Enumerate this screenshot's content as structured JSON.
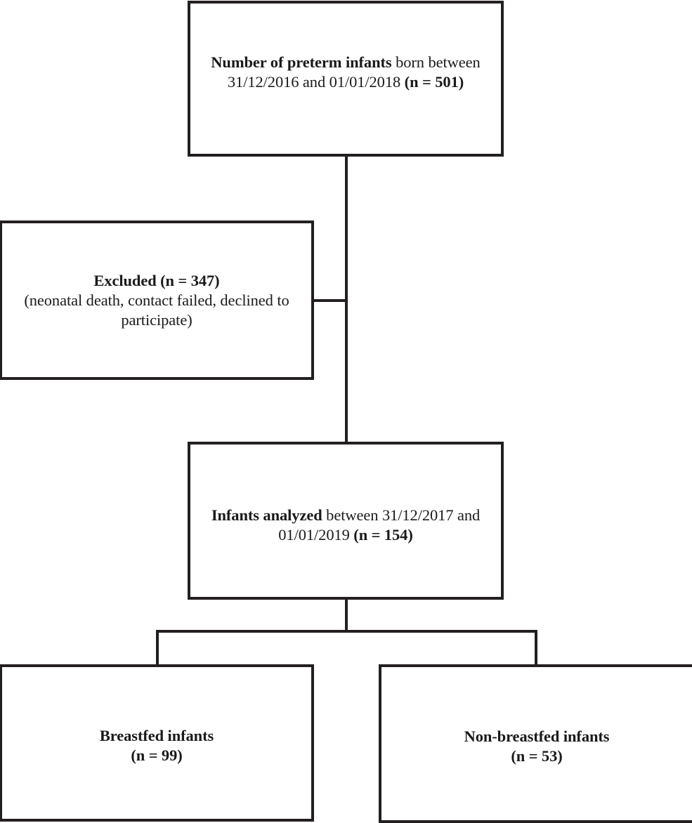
{
  "diagram": {
    "type": "flowchart",
    "title": "Preterm infant study participant flow",
    "colors": {
      "stroke": "#231f20",
      "background": "#ffffff",
      "text": "#1a1a1a"
    },
    "nodes": [
      {
        "id": "enrolled",
        "name": "enrolled-box",
        "text_plain": "Number of preterm infants born between 31/12/2016 and 01/01/2018 (n = 501)",
        "label_bold": "Number of preterm infants",
        "label_rest": " born between 31/12/2016 and 01/01/2018 ",
        "count_label": "(n = 501)",
        "count": 501
      },
      {
        "id": "excluded",
        "name": "excluded-box",
        "text_plain": "Excluded (n = 347) (neonatal death, contact failed, declined to participate)",
        "label_bold": "Excluded (n = 347)",
        "reason_text": "(neonatal death, contact failed, declined to participate)",
        "count": 347
      },
      {
        "id": "analyzed",
        "name": "analyzed-box",
        "text_plain": "Infants analyzed between 31/12/2017 and 01/01/2019 (n = 154)",
        "label_bold": "Infants analyzed",
        "label_rest": " between 31/12/2017 and 01/01/2019 ",
        "count_label": "(n = 154)",
        "count": 154
      },
      {
        "id": "breastfed",
        "name": "breastfed-box",
        "text_plain": "Breastfed infants (n = 99)",
        "label_bold": "Breastfed infants",
        "count_label": "(n = 99)",
        "count": 99
      },
      {
        "id": "nonbreastfed",
        "name": "non-breastfed-box",
        "text_plain": "Non-breastfed infants (n = 53)",
        "label_bold": "Non-breastfed infants",
        "count_label": "(n = 53)",
        "count": 53
      }
    ],
    "edges": [
      {
        "id": "trunk-main",
        "from": "enrolled",
        "to": "analyzed",
        "style": "vertical-line"
      },
      {
        "id": "excluded-spur",
        "from": "trunk-main",
        "to": "excluded",
        "style": "horizontal-line"
      },
      {
        "id": "split-stem",
        "from": "analyzed",
        "to": "split-bar",
        "style": "vertical-line"
      },
      {
        "id": "split-bar",
        "from": "split-stem",
        "to": "outcome-boxes",
        "style": "horizontal-line"
      },
      {
        "id": "drop-left",
        "from": "split-bar",
        "to": "breastfed",
        "style": "vertical-line"
      },
      {
        "id": "drop-right",
        "from": "split-bar",
        "to": "nonbreastfed",
        "style": "vertical-line"
      }
    ]
  }
}
